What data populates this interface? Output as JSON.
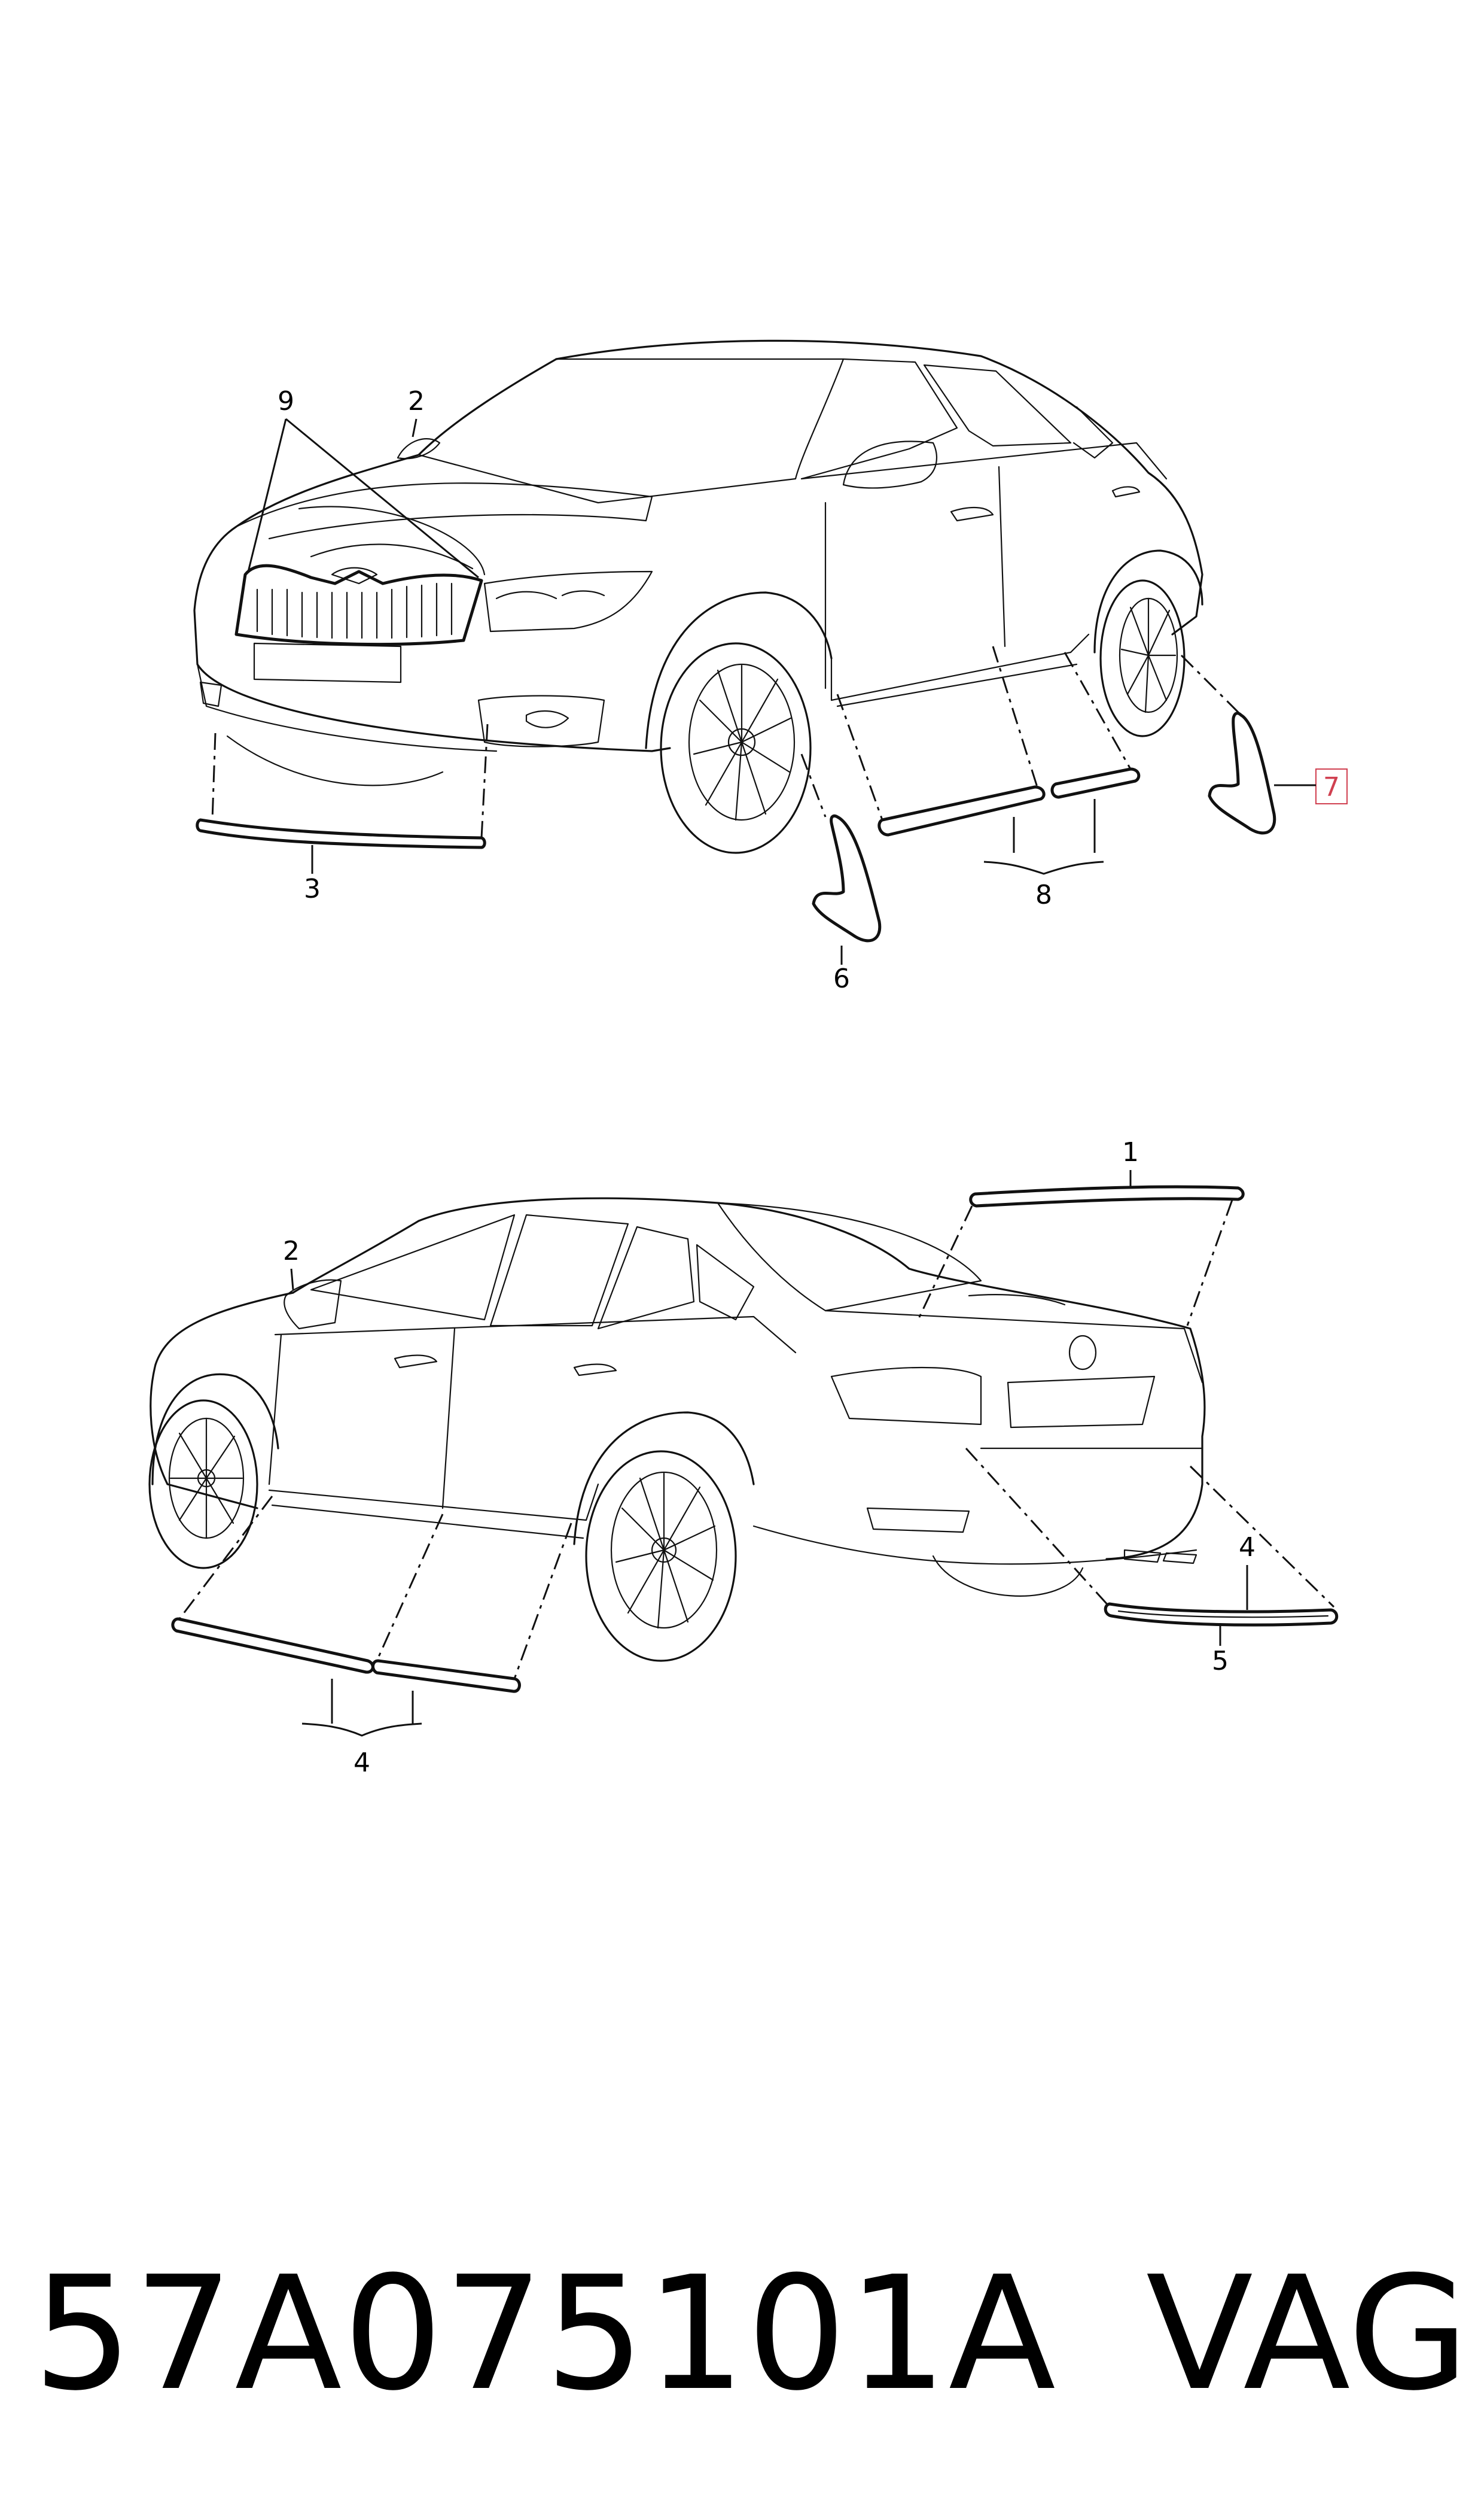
{
  "callouts": {
    "c1": "1",
    "c2_top": "2",
    "c2_bottom": "2",
    "c3": "3",
    "c4_top": "4",
    "c4_bottom": "4",
    "c5": "5",
    "c6": "6",
    "c7": "7",
    "c8": "8",
    "c9": "9"
  },
  "footer": {
    "part_number": "57A075101A",
    "brand": "VAG"
  },
  "colors": {
    "line": "#111111",
    "highlight": "#d04050",
    "background": "#ffffff"
  }
}
